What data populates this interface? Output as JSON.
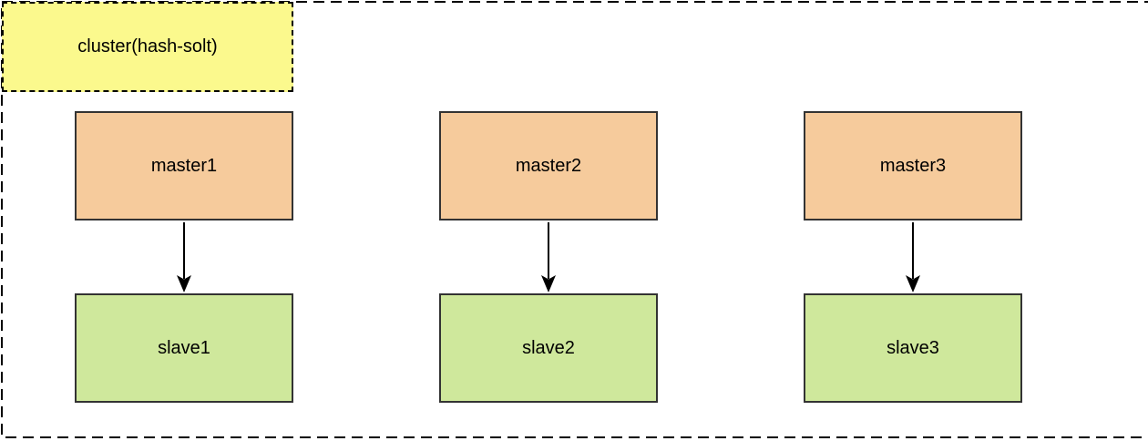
{
  "diagram": {
    "cluster": {
      "label": "cluster(hash-solt)"
    },
    "masters": [
      {
        "label": "master1"
      },
      {
        "label": "master2"
      },
      {
        "label": "master3"
      }
    ],
    "slaves": [
      {
        "label": "slave1"
      },
      {
        "label": "slave2"
      },
      {
        "label": "slave3"
      }
    ],
    "edges": [
      {
        "from": "master1",
        "to": "slave1"
      },
      {
        "from": "master2",
        "to": "slave2"
      },
      {
        "from": "master3",
        "to": "slave3"
      }
    ],
    "colors": {
      "background": "#FFFFFF",
      "cluster_fill": "#FBF98D",
      "master_fill": "#F6CB9C",
      "slave_fill": "#CFE89C",
      "node_border": "#333333",
      "dashed_border": "#000000",
      "arrow": "#000000",
      "text": "#000000"
    }
  }
}
